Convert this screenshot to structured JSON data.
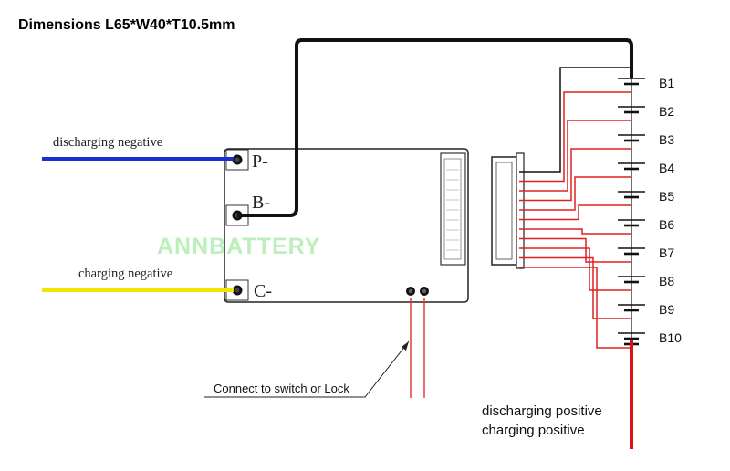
{
  "title": "Dimensions L65*W40*T10.5mm",
  "watermark": "ANNBATTERY",
  "terminals": {
    "p_minus": "P-",
    "b_minus": "B-",
    "c_minus": "C-"
  },
  "wire_labels": {
    "discharging_negative": "discharging negative",
    "charging_negative": "charging negative",
    "switch_note": "Connect to switch or Lock",
    "positive_line1": "discharging positive",
    "positive_line2": "charging positive"
  },
  "cells": [
    "B1",
    "B2",
    "B3",
    "B4",
    "B5",
    "B6",
    "B7",
    "B8",
    "B9",
    "B10"
  ],
  "colors": {
    "discharge_wire": "#1a2fd0",
    "charge_wire": "#f2e600",
    "balance_wire": "#e02020",
    "main_wire": "#111111",
    "positive_wire": "#e01010"
  }
}
